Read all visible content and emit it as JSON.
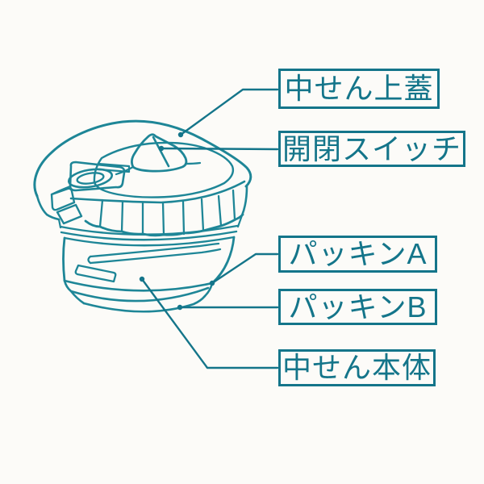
{
  "figure": {
    "type": "parts-diagram",
    "subject": "thermos-inner-stopper",
    "colors": {
      "background": "#fcfbf8",
      "label_ink": "#14758a",
      "drawing_line": "#1e8697"
    },
    "labels": [
      {
        "id": "top-lid",
        "text": "中せん上蓋"
      },
      {
        "id": "open-close-switch",
        "text": "開閉スイッチ"
      },
      {
        "id": "packing-a",
        "text": "パッキンA"
      },
      {
        "id": "packing-b",
        "text": "パッキンB"
      },
      {
        "id": "stopper-body",
        "text": "中せん本体"
      }
    ],
    "icons": [
      {
        "name": "stopper-illustration",
        "parts": [
          "cap-top-lid",
          "open-close-switch-lever",
          "spout-hole",
          "knurled-grip-ring",
          "neck-rings",
          "body-with-packing-rings"
        ]
      }
    ]
  }
}
